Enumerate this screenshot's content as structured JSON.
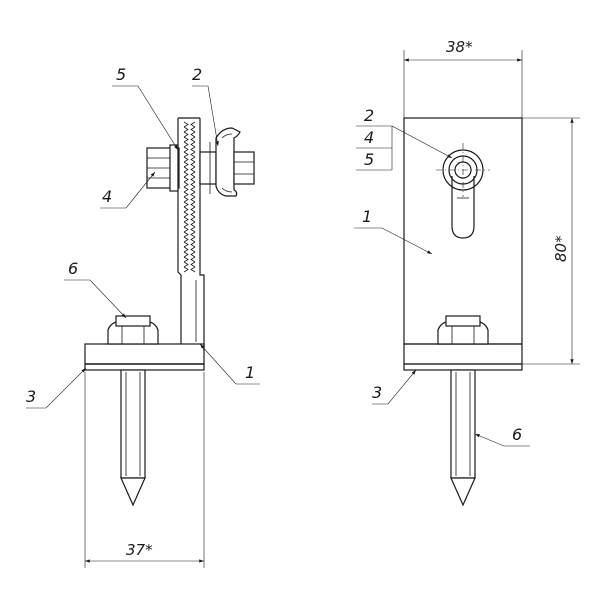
{
  "drawing": {
    "left_view": {
      "callouts": {
        "c1": "1",
        "c2": "2",
        "c3": "3",
        "c4": "4",
        "c5": "5",
        "c6": "6"
      },
      "width_dimension": "37*"
    },
    "right_view": {
      "callouts": {
        "c1": "1",
        "c2": "2",
        "c3": "3",
        "c4": "4",
        "c5": "5",
        "c6": "6"
      },
      "width_dimension": "38*",
      "height_dimension": "80*"
    }
  }
}
